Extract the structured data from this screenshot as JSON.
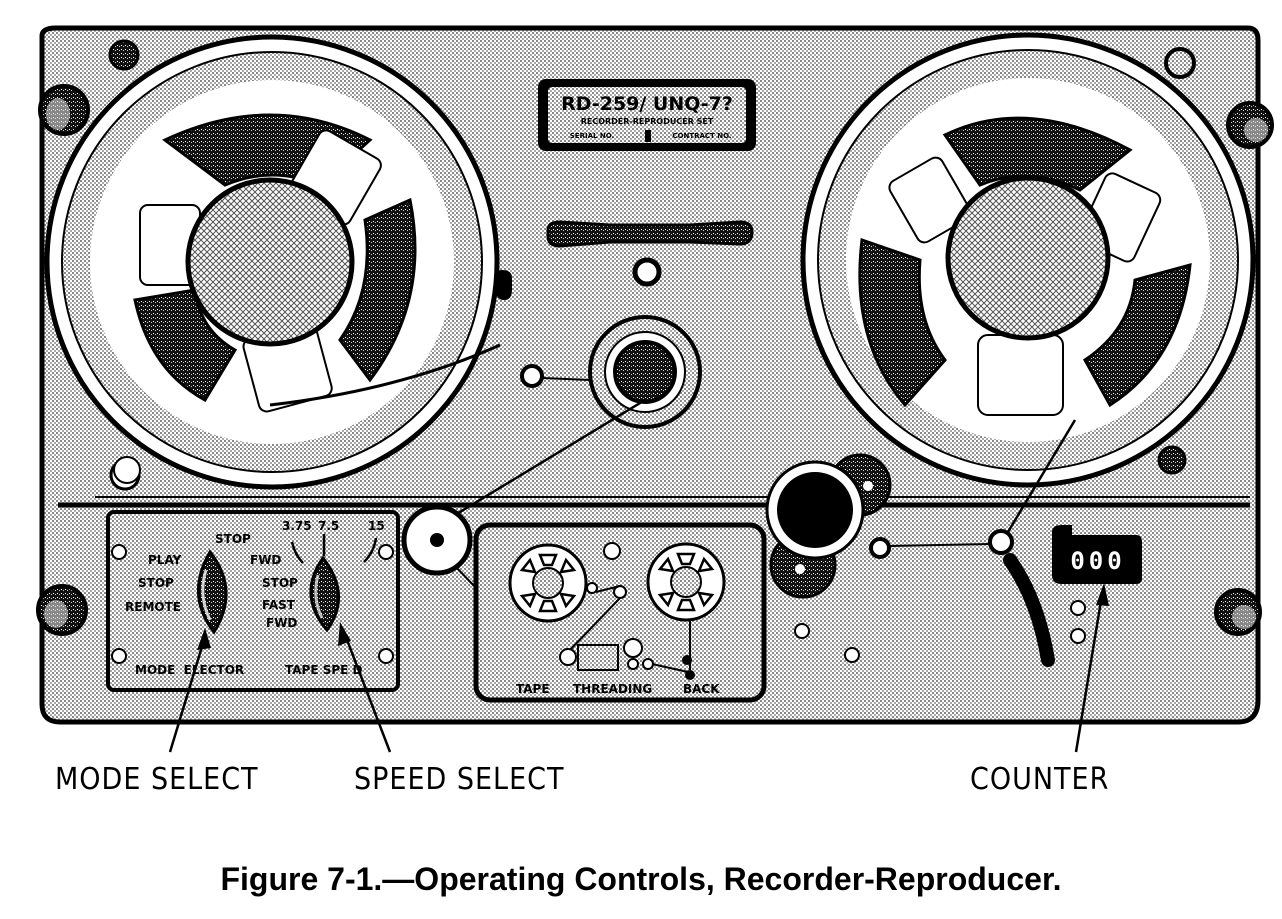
{
  "nameplate": {
    "model": "RD-259/ UNQ-7?",
    "line2": "RECORDER-REPRODUCER SET",
    "line3_left": "SERIAL NO.",
    "line3_right": "CONTRACT NO."
  },
  "mode_panel": {
    "positions": [
      "STOP",
      "PLAY",
      "STOP",
      "REMOTE"
    ],
    "label": "MODE  ELECTOR"
  },
  "speed_panel": {
    "speeds": [
      "3.75",
      "7.5",
      "15"
    ],
    "positions": [
      "FWD",
      "STOP",
      "FAST",
      "FWD"
    ],
    "label": "TAPE SPE D"
  },
  "threading_panel": {
    "label_left": "TAPE",
    "label_mid": "THREADING",
    "label_right": "BACK"
  },
  "counter": {
    "value": "000"
  },
  "callouts": {
    "mode_select": "MODE SELECT",
    "speed_select": "SPEED SELECT",
    "counter": "COUNTER"
  },
  "caption": "Figure 7-1.—Operating Controls, Recorder-Reproducer.",
  "colors": {
    "ink": "#000000",
    "paper": "#ffffff",
    "halftone": "#d4d4d4"
  }
}
